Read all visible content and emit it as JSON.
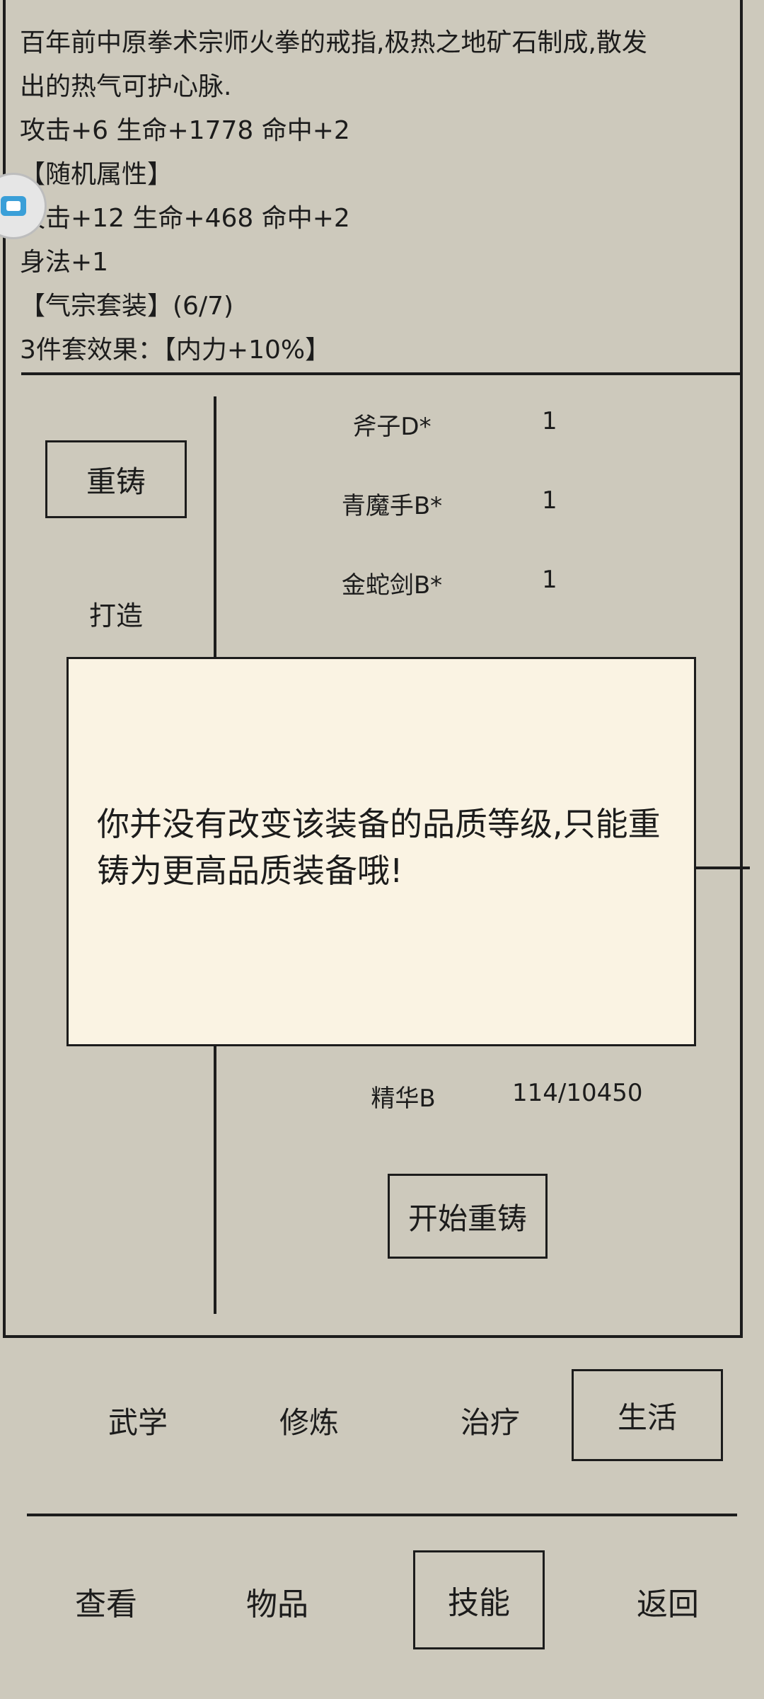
{
  "item": {
    "description_lines": [
      "百年前中原拳术宗师火拳的戒指,极热之地矿石制成,散发",
      "出的热气可护心脉.",
      "攻击+6 生命+1778 命中+2",
      "【随机属性】",
      "攻击+12 生命+468 命中+2",
      "身法+1",
      "【气宗套装】(6/7)",
      "3件套效果：【内力+10%】"
    ]
  },
  "left_menu": {
    "recast_label": "重铸",
    "forge_label": "打造"
  },
  "materials": [
    {
      "name": "斧子D*",
      "qty": "1"
    },
    {
      "name": "青魔手B*",
      "qty": "1"
    },
    {
      "name": "金蛇剑B*",
      "qty": "1"
    }
  ],
  "essence": {
    "name": "精华B",
    "qty": "114/10450"
  },
  "start_button_label": "开始重铸",
  "modal": {
    "message": "你并没有改变该装备的品质等级,只能重铸为更高品质装备哦!"
  },
  "skill_tabs": [
    "武学",
    "修炼",
    "治疗",
    "生活"
  ],
  "selected_skill_tab": "生活",
  "bottom_nav": [
    "查看",
    "物品",
    "技能",
    "返回"
  ],
  "selected_bottom_nav": "技能"
}
